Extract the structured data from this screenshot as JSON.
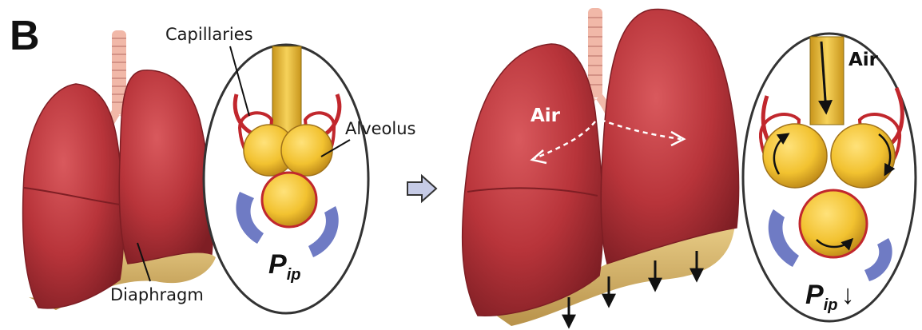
{
  "panel_label": "B",
  "left": {
    "capillaries_label": "Capillaries",
    "alveolus_label": "Alveolus",
    "diaphragm_label": "Diaphragm",
    "pressure_symbol": "P",
    "pressure_subscript": "ip"
  },
  "transition_arrow": "⇨",
  "right": {
    "air_label_lung": "Air",
    "air_label_alveolus": "Air",
    "pressure_symbol": "P",
    "pressure_subscript": "ip",
    "pressure_change_arrow": "↓"
  },
  "colors": {
    "lung": "#b8343a",
    "lung_dark": "#8e2329",
    "lung_light": "#d6585a",
    "alveolus": "#f2c230",
    "alveolus_dark": "#c9931b",
    "capillary": "#c1272d",
    "diaphragm": "#d7b56a",
    "pleura": "#6f7bc4",
    "trachea": "#f1b8a8"
  }
}
